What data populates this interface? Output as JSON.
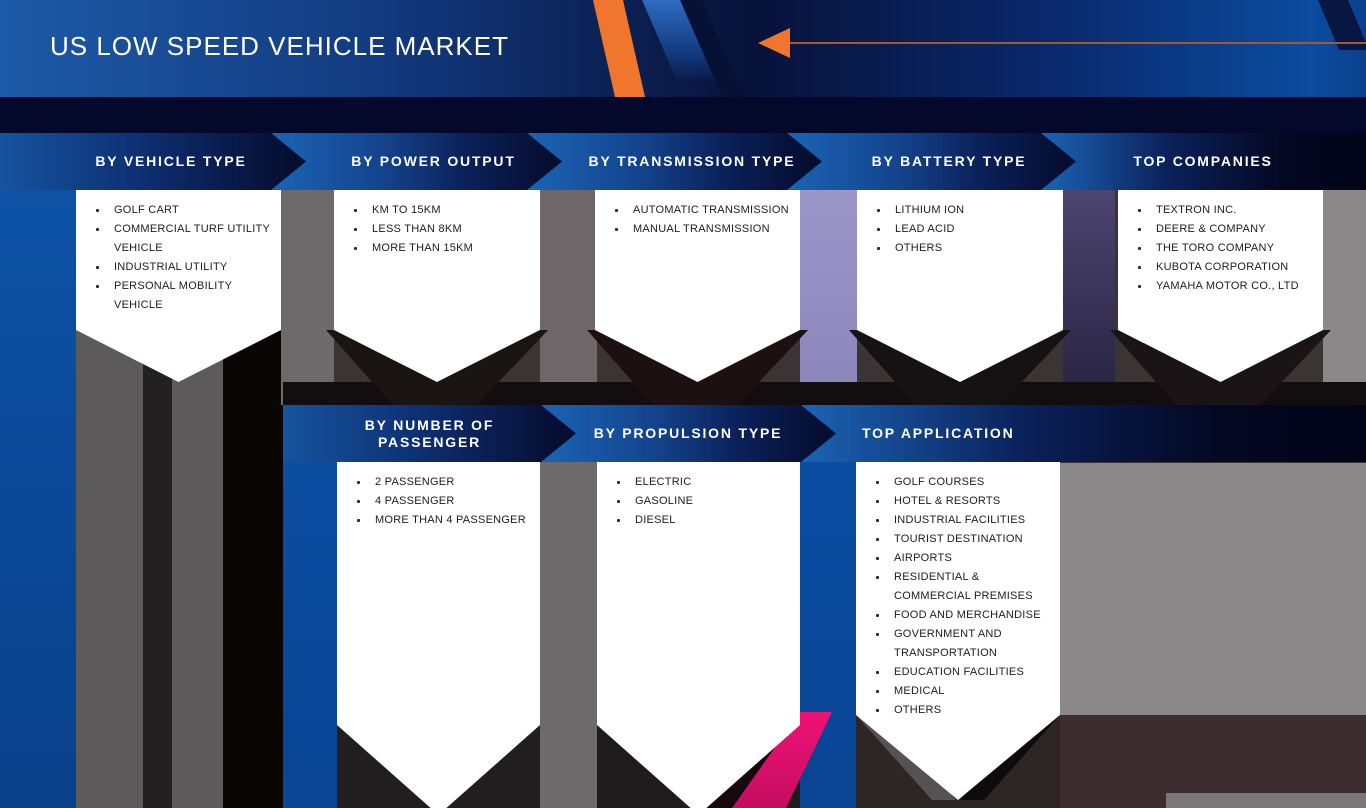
{
  "page": {
    "title": "US LOW SPEED VEHICLE MARKET"
  },
  "colors": {
    "accent_orange": "#f0762e",
    "arrow_line_brown": "#a3582e",
    "banner_blue": "#1b64b6",
    "banner_navy": "#060d30",
    "header_navy_band": "#04082a",
    "pink_stripe": "#e0116f",
    "panel_white": "#ffffff",
    "list_text": "#1c1c1e",
    "background_blue": "#0b4fa4",
    "lavender_band": "#9d96c8"
  },
  "sections": [
    {
      "id": "vehicle-type",
      "title": "BY VEHICLE TYPE",
      "items": [
        "GOLF CART",
        "COMMERCIAL TURF UTILITY VEHICLE",
        "INDUSTRIAL UTILITY",
        "PERSONAL MOBILITY VEHICLE"
      ]
    },
    {
      "id": "power-output",
      "title": "BY POWER OUTPUT",
      "items": [
        "KM TO 15KM",
        "LESS THAN 8KM",
        "MORE THAN 15KM"
      ]
    },
    {
      "id": "transmission-type",
      "title": "BY TRANSMISSION TYPE",
      "items": [
        "AUTOMATIC TRANSMISSION",
        "MANUAL TRANSMISSION"
      ]
    },
    {
      "id": "battery-type",
      "title": "BY BATTERY TYPE",
      "items": [
        "LITHIUM ION",
        "LEAD ACID",
        "OTHERS"
      ]
    },
    {
      "id": "top-companies",
      "title": "TOP COMPANIES",
      "items": [
        "TEXTRON INC.",
        "DEERE & COMPANY",
        "THE TORO COMPANY",
        "KUBOTA CORPORATION",
        "YAMAHA MOTOR CO., LTD"
      ]
    },
    {
      "id": "number-of-passenger",
      "title": "BY NUMBER OF PASSENGER",
      "items": [
        "2 PASSENGER",
        "4 PASSENGER",
        "MORE THAN 4 PASSENGER"
      ]
    },
    {
      "id": "propulsion-type",
      "title": "BY PROPULSION TYPE",
      "items": [
        "ELECTRIC",
        "GASOLINE",
        "DIESEL"
      ]
    },
    {
      "id": "top-application",
      "title": "TOP APPLICATION",
      "items": [
        "GOLF COURSES",
        "HOTEL & RESORTS",
        "INDUSTRIAL FACILITIES",
        "TOURIST DESTINATION",
        "AIRPORTS",
        "RESIDENTIAL & COMMERCIAL PREMISES",
        "FOOD AND MERCHANDISE",
        "GOVERNMENT AND TRANSPORTATION",
        "EDUCATION FACILITIES",
        "MEDICAL",
        "OTHERS"
      ]
    }
  ]
}
